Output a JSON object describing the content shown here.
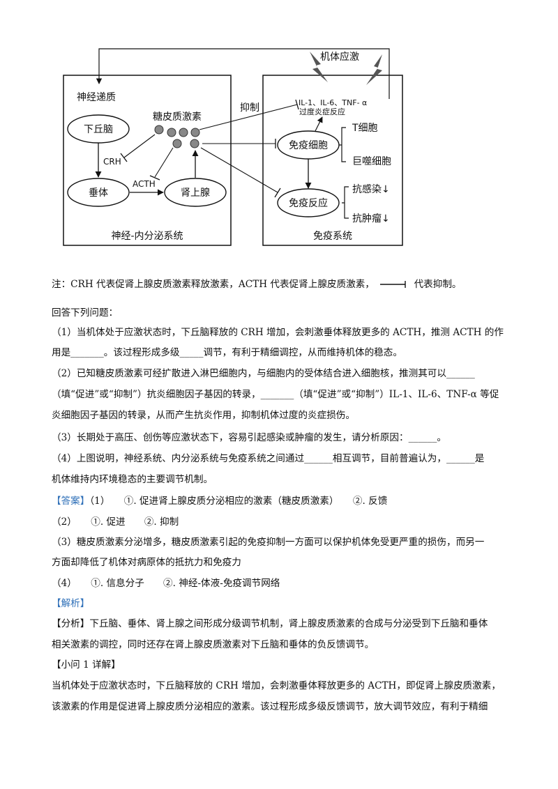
{
  "diagram": {
    "stress_label": "机体应激",
    "neuro_box": {
      "caption": "神经-内分泌系统",
      "neurotransmitter": "神经递质",
      "hypothalamus": "下丘脑",
      "pituitary": "垂体",
      "adrenal": "肾上腺",
      "glucocorticoid": "糖皮质激素",
      "crh": "CRH",
      "acth": "ACTH"
    },
    "inhibit_label": "抑制",
    "immune_box": {
      "caption": "免疫系统",
      "cytokines": "IL-1、IL-6、TNF- α",
      "inflammation": "过度炎症反应",
      "immune_cells": "免疫细胞",
      "t_cell": "T细胞",
      "macrophage": "巨噬细胞",
      "immune_response": "免疫反应",
      "anti_infection": "抗感染↓",
      "anti_tumor": "抗肿瘤↓"
    }
  },
  "text": {
    "note_a": "注：CRH 代表促肾上腺皮质激素释放激素，ACTH 代表促肾上腺皮质激素，",
    "note_b": "代表抑制。",
    "intro": "回答下列问题：",
    "q1_a": "（1）当机体处于应激状态时，下丘脑释放的 CRH 增加，会刺激垂体释放更多的 ACTH，推测 ACTH 的作",
    "q1_b": "用是_______。该过程形成多级_____调节，有利于精细调控，从而维持机体的稳态。",
    "q2_a": "（2）已知糖皮质激素可经扩散进入淋巴细胞内，与细胞内的受体结合进入细胞核，推测其可以______",
    "q2_b": "（填“促进”或“抑制”）抗炎细胞因子基因的转录，_______（填“促进”或“抑制”）IL-1、IL-6、TNF-α 等促",
    "q2_c": "炎细胞因子基因的转录，从而产生抗炎作用，抑制机体过度的炎症损伤。",
    "q3": "（3）长期处于高压、创伤等应激状态下，容易引起感染或肿瘤的发生，请分析原因：______。",
    "q4_a": "（4）上图说明，神经系统、内分泌系统与免疫系统之间通过______相互调节，目前普遍认为，______是",
    "q4_b": "机体维持内环境稳态的主要调节机制。",
    "answer_tag": "【答案】",
    "a1": "（1）　　①. 促进肾上腺皮质分泌相应的激素（糖皮质激素）　　②. 反馈",
    "a2": "（2）　　①. 促进　　②. 抑制",
    "a3_a": "（3）糖皮质激素分泌增多，糖皮质激素引起的免疫抑制一方面可以保护机体免受更严重的损伤，而另一",
    "a3_b": "方面却降低了机体对病原体的抵抗力和免疫力",
    "a4": "（4）　　①. 信息分子　　②. 神经-体液-免疫调节网络",
    "analysis_tag": "【解析】",
    "analysis_a": "【分析】下丘脑、垂体、肾上腺之间形成分级调节机制，肾上腺皮质激素的合成与分泌受到下丘脑和垂体",
    "analysis_b": "相关激素的调控，同时还存在肾上腺皮质激素对下丘脑和垂体的负反馈调节。",
    "sub1_tag": "【小问 1 详解】",
    "detail_a": "当机体处于应激状态时，下丘脑释放的 CRH 增加，会刺激垂体释放更多的 ACTH，即促肾上腺皮质激素，",
    "detail_b": "该激素的作用是促进肾上腺皮质分泌相应的激素。该过程形成多级反馈调节，放大调节效应，有利于精细"
  }
}
